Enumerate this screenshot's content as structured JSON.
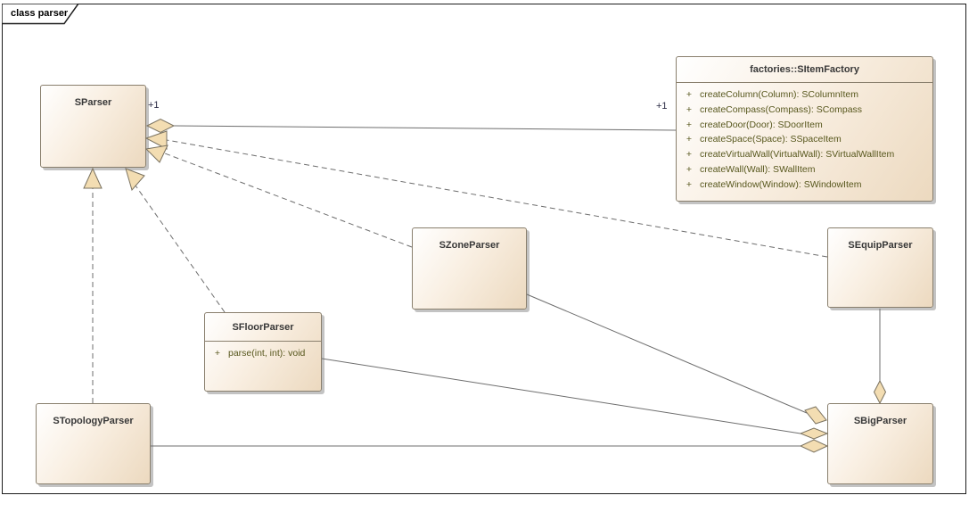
{
  "frame": {
    "title": "class parser"
  },
  "classes": {
    "sparser": {
      "name": "SParser"
    },
    "factory": {
      "name": "factories::SItemFactory",
      "methods": [
        {
          "vis": "+",
          "sig": "createColumn(Column): SColumnItem"
        },
        {
          "vis": "+",
          "sig": "createCompass(Compass): SCompass"
        },
        {
          "vis": "+",
          "sig": "createDoor(Door): SDoorItem"
        },
        {
          "vis": "+",
          "sig": "createSpace(Space): SSpaceItem"
        },
        {
          "vis": "+",
          "sig": "createVirtualWall(VirtualWall): SVirtualWallItem"
        },
        {
          "vis": "+",
          "sig": "createWall(Wall): SWallItem"
        },
        {
          "vis": "+",
          "sig": "createWindow(Window): SWindowItem"
        }
      ]
    },
    "szone": {
      "name": "SZoneParser"
    },
    "sequip": {
      "name": "SEquipParser"
    },
    "sfloor": {
      "name": "SFloorParser",
      "methods": [
        {
          "vis": "+",
          "sig": "parse(int, int): void"
        }
      ]
    },
    "stopology": {
      "name": "STopologyParser"
    },
    "sbig": {
      "name": "SBigParser"
    }
  },
  "labels": {
    "aggregation_sparser_end_multiplicity": "+1",
    "aggregation_factory_end_multiplicity": "+1"
  },
  "colors": {
    "box_fill_start": "#ffffff",
    "box_fill_end": "#ecd9bf",
    "box_border": "#897f6d",
    "connector_line": "#6e6e6e",
    "decoration_fill": "#f3ddb2",
    "decoration_stroke": "#7a7260",
    "method_text": "#57571d",
    "title_text": "#383838",
    "frame_border": "#1c1c1c"
  }
}
